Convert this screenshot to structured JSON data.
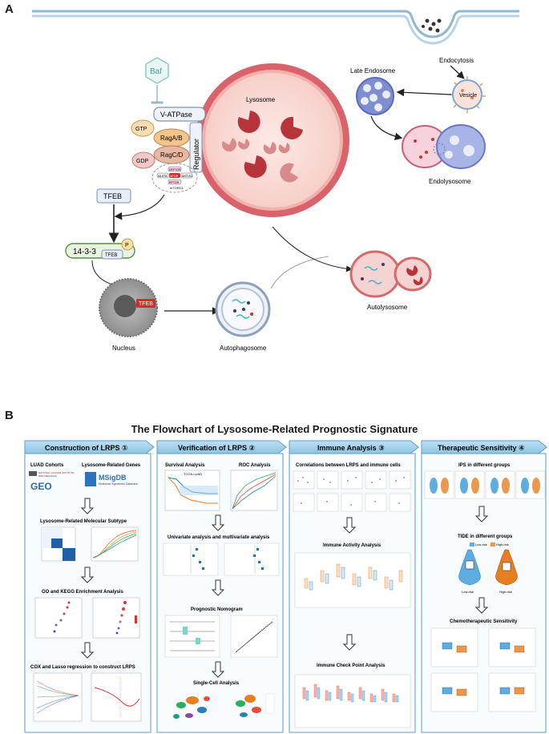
{
  "panel_a": {
    "letter": "A",
    "labels": {
      "endocytosis": "Endocytosis",
      "late_endosome": "Late Endosome",
      "vesicle": "Vesicle",
      "endolysosome": "Endolysosome",
      "lysosome": "Lysosome",
      "baf": "Baf",
      "vatpase": "V-ATPase",
      "gtp": "GTP",
      "raga": "RagA/B",
      "ragc": "RagC/D",
      "gdp": "GDP",
      "regulator": "Regulator",
      "tfeb": "TFEB",
      "protein_1433": "14-3-3",
      "p": "P",
      "tfeb_small": "TFEB",
      "tfeb_nucleus": "TFEB",
      "nucleus": "Nucleus",
      "autophagosome": "Autophagosome",
      "autolysosome": "Autolysosome",
      "mtorc_1": "RPTOR",
      "mtorc_2": "MTOR",
      "mtorc_3": "MLST8",
      "mtorc_4": "AKT1S1",
      "mtorc_5": "DEPTOR",
      "mtorc_name": "mTORC1"
    }
  },
  "panel_b": {
    "letter": "B",
    "title": "The Flowchart of Lysosome-Related Prognostic Signature",
    "columns": [
      {
        "header": "Construction of LRPS ①",
        "items": [
          "LUAD Cohorts",
          "Lysosome-Related Genes",
          "Lysosome-Related Molecular Subtype",
          "GO and KEGG Enrichment Analysis",
          "COX and Lasso regression to construct LRPS"
        ],
        "logos": [
          "GEO",
          "MSigDB",
          "Molecular Signatures Database",
          "NATIONAL CANCER INSTITUTE",
          "GDC Data Portal"
        ]
      },
      {
        "header": "Verification of LRPS ②",
        "items": [
          "Survival Analysis",
          "ROC Analysis",
          "Univariate analysis and multivariate analysis",
          "Prognostic Nomogram",
          "Single-Cell Analysis"
        ],
        "sub": "TCGA-LUAD"
      },
      {
        "header": "Immune Analysis ③",
        "items": [
          "Correlations between LRPS and immune cells",
          "Immune Activity Analysis",
          "Immune Check Point Analysis"
        ]
      },
      {
        "header": "Therapeutic Sensitivity ④",
        "items": [
          "IPS in different groups",
          "TIDE in different groups",
          "Chemotherapeutic Sensitivity"
        ],
        "legend": [
          "Low-risk",
          "High-risk"
        ]
      }
    ]
  }
}
